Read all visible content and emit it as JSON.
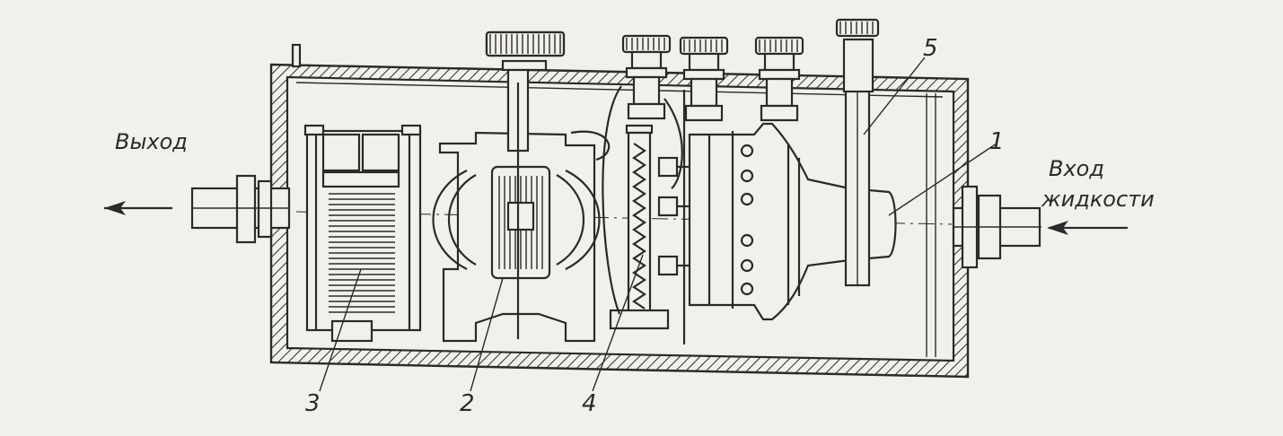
{
  "labels": {
    "outlet": "Выход",
    "inlet_line1": "Вход",
    "inlet_line2": "жидкости"
  },
  "callouts": {
    "n1": "1",
    "n2": "2",
    "n3": "3",
    "n4": "4",
    "n5": "5"
  },
  "colors": {
    "background": "#f2f0ea",
    "ink": "#2a2a2a"
  }
}
